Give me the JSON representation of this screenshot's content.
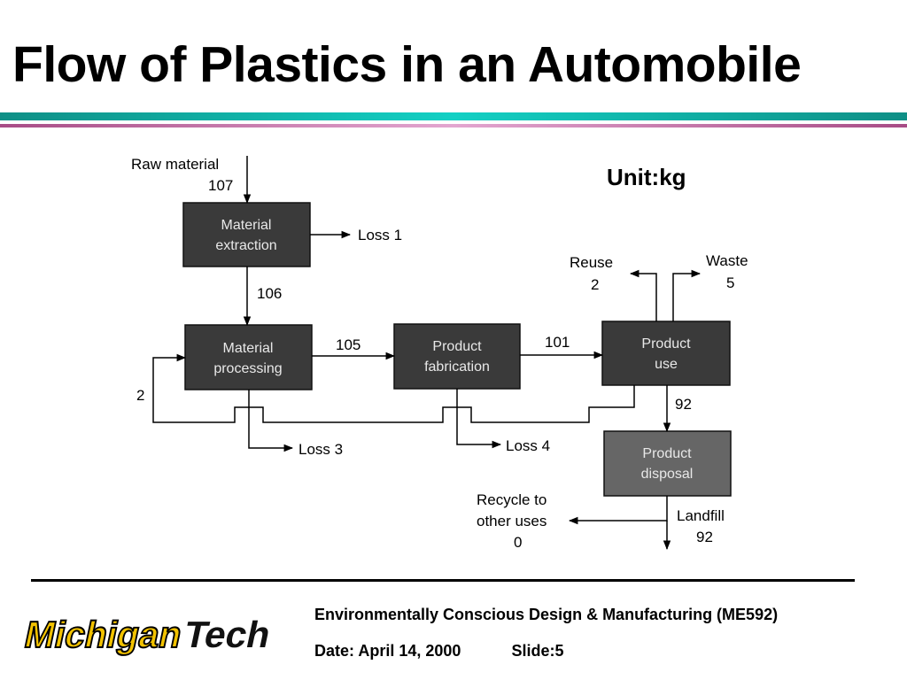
{
  "slide": {
    "title": "Flow of Plastics in an Automobile"
  },
  "diagram": {
    "unit": "Unit:kg",
    "boxes": {
      "extraction": [
        "Material",
        "extraction"
      ],
      "processing": [
        "Material",
        "processing"
      ],
      "fabrication": [
        "Product",
        "fabrication"
      ],
      "use": [
        "Product",
        "use"
      ],
      "disposal": [
        "Product",
        "disposal"
      ]
    },
    "flows": {
      "raw_material": "Raw material",
      "raw_material_value": "107",
      "loss1": "Loss 1",
      "to_processing": "106",
      "to_fabrication": "105",
      "to_use": "101",
      "recycle_back": "2",
      "loss3": "Loss 3",
      "loss4": "Loss 4",
      "reuse": "Reuse",
      "reuse_value": "2",
      "waste": "Waste",
      "waste_value": "5",
      "to_disposal": "92",
      "recycle_line1": "Recycle to",
      "recycle_line2": "other uses",
      "recycle_value": "0",
      "landfill": "Landfill",
      "landfill_value": "92"
    },
    "colors": {
      "box_fill": "#3a3a3a",
      "box_fill_light": "#666666",
      "line": "#000000"
    }
  },
  "footer": {
    "logo_text_a": "Michigan",
    "logo_text_b": "Tech",
    "course": "Environmentally Conscious Design & Manufacturing (ME592)",
    "date": "Date: April 14, 2000",
    "slide_no": "Slide:5"
  }
}
